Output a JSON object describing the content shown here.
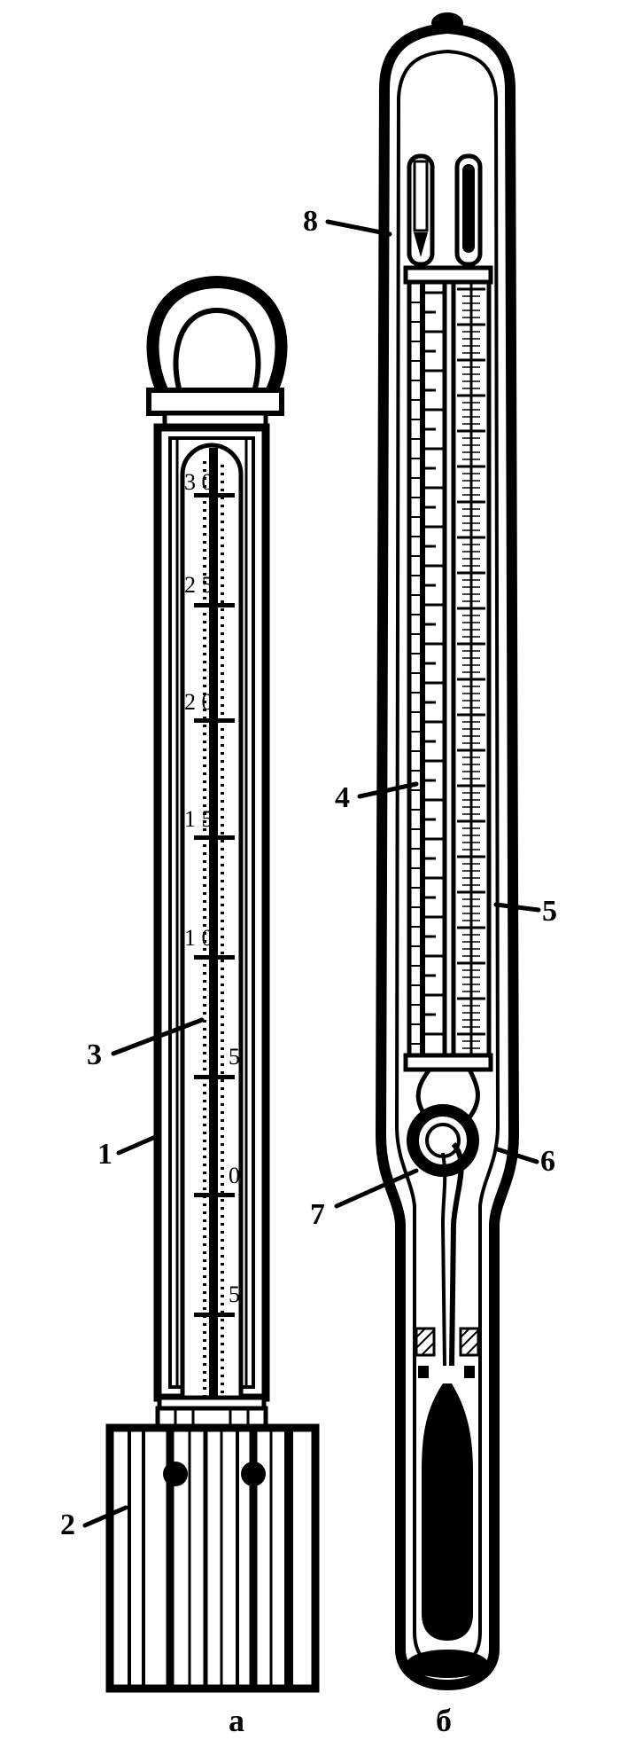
{
  "figure": {
    "left_instrument": {
      "caption": "а",
      "scale_labels": [
        "3 0",
        "2 5",
        "2 0",
        "1 5",
        "1 0",
        "5",
        "0",
        "5"
      ]
    },
    "right_instrument": {
      "caption": "б"
    },
    "callouts": [
      "1",
      "2",
      "3",
      "4",
      "5",
      "6",
      "7",
      "8"
    ]
  }
}
